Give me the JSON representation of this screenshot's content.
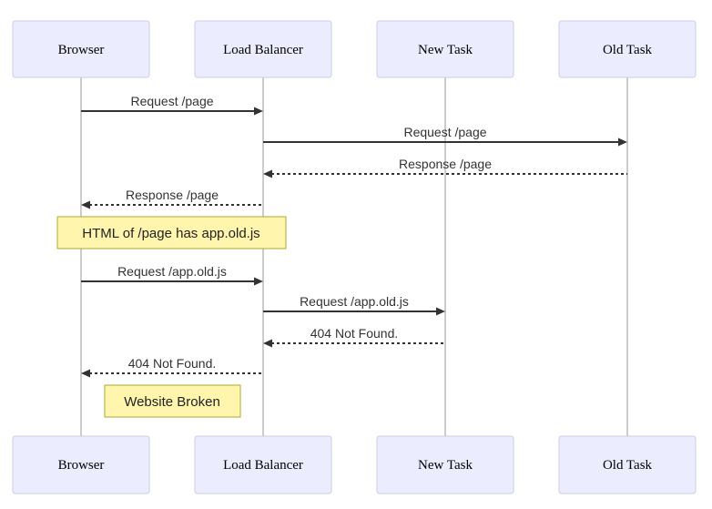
{
  "diagram": {
    "type": "sequence-diagram",
    "actors": [
      {
        "name": "Browser"
      },
      {
        "name": "Load Balancer"
      },
      {
        "name": "New Task"
      },
      {
        "name": "Old Task"
      }
    ],
    "messages": [
      {
        "from": "Browser",
        "to": "Load Balancer",
        "label": "Request /page",
        "style": "solid"
      },
      {
        "from": "Load Balancer",
        "to": "Old Task",
        "label": "Request /page",
        "style": "solid"
      },
      {
        "from": "Old Task",
        "to": "Load Balancer",
        "label": "Response /page",
        "style": "dashed"
      },
      {
        "from": "Load Balancer",
        "to": "Browser",
        "label": "Response /page",
        "style": "dashed"
      },
      {
        "from": "Browser",
        "to": "Load Balancer",
        "label": "Request /app.old.js",
        "style": "solid"
      },
      {
        "from": "Load Balancer",
        "to": "New Task",
        "label": "Request /app.old.js",
        "style": "solid"
      },
      {
        "from": "New Task",
        "to": "Load Balancer",
        "label": "404 Not Found.",
        "style": "dashed"
      },
      {
        "from": "Load Balancer",
        "to": "Browser",
        "label": "404 Not Found.",
        "style": "dashed"
      }
    ],
    "notes": [
      {
        "text": "HTML of /page has app.old.js"
      },
      {
        "text": "Website Broken"
      }
    ],
    "colors": {
      "actor_fill": "#ECECFF",
      "actor_border": "#CCCCE6",
      "note_fill": "#FFF5AD",
      "note_border": "#AAAA33",
      "message_line": "#333333",
      "lifeline": "#999999",
      "background": "#FFFFFF"
    }
  }
}
